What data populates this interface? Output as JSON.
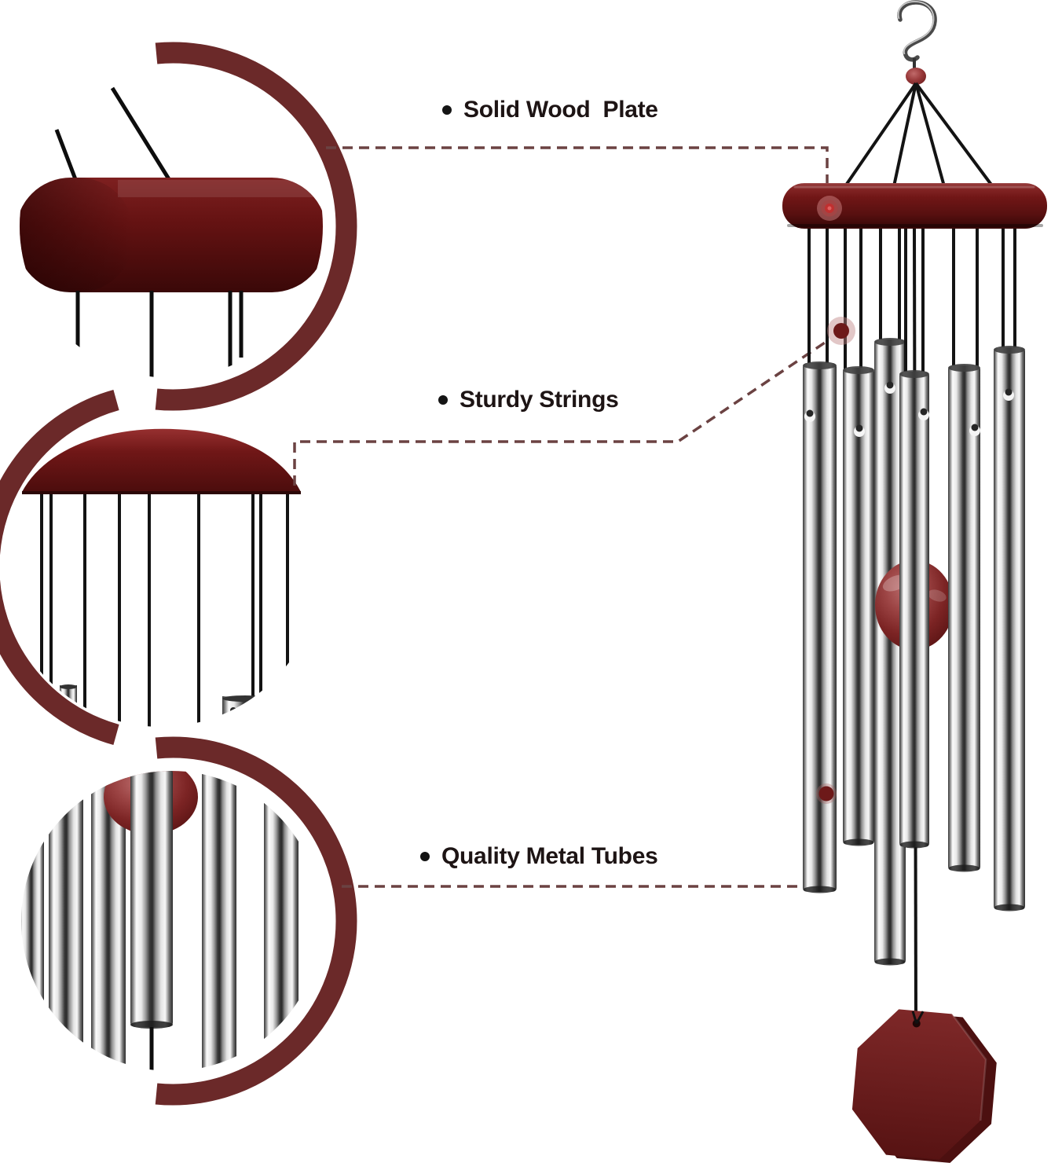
{
  "figure": {
    "type": "product-annotation-diagram",
    "subject": "wind chime with wood plate, strings, metal tubes and octagonal wind catcher",
    "background": "#ffffff",
    "callouts": [
      {
        "id": "plate",
        "label": "Solid Wood  Plate"
      },
      {
        "id": "strings",
        "label": "Sturdy Strings"
      },
      {
        "id": "tubes",
        "label": "Quality Metal Tubes"
      }
    ],
    "detail_circles": [
      {
        "id": "plate-detail",
        "shows": "magnified wood top plate with strings"
      },
      {
        "id": "strings-detail",
        "shows": "magnified plate underside with hanging strings"
      },
      {
        "id": "tubes-detail",
        "shows": "magnified metal tubes and striker string"
      }
    ],
    "colors": {
      "text": "#1d1414",
      "dash": "#6b4242",
      "wood_ring": "#6b2929",
      "wood_dark": "#5a1010",
      "tube_silver": "#e8e8e8",
      "string_black": "#131313",
      "bead_red": "#99393a",
      "dot_red": "#6d1919"
    }
  }
}
